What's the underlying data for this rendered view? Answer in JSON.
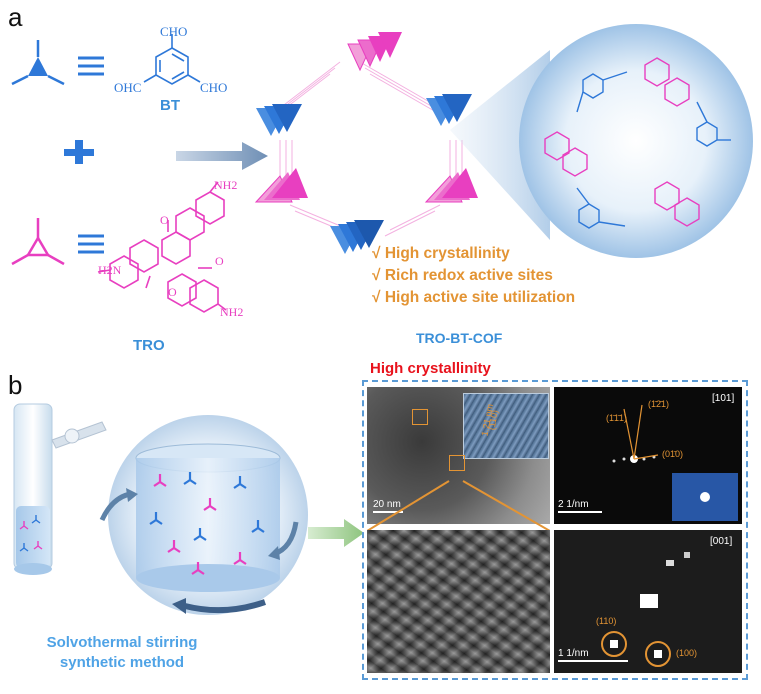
{
  "panel_a": {
    "label": "a",
    "bt": {
      "label": "BT",
      "cho_top": "CHO",
      "cho_left": "OHC",
      "cho_right": "CHO"
    },
    "tro": {
      "label": "TRO",
      "nh2_top": "NH2",
      "nh2_left": "H2N",
      "nh2_bottom": "NH2",
      "o": "O"
    },
    "cof_label": "TRO-BT-COF",
    "features": [
      "√ High crystallinity",
      "√ Rich redox active sites",
      "√ High active site utilization"
    ],
    "colors": {
      "blue": "#2e78d8",
      "pink": "#e83fc0",
      "orange": "#e39434",
      "label_blue": "#3a8fd8"
    }
  },
  "panel_b": {
    "label": "b",
    "method_line1": "Solvothermal stirring",
    "method_line2": "synthetic method",
    "title": "High crystallinity",
    "tem_top_left": {
      "scale": "20 nm",
      "fringe_dim": "1.21 nm",
      "fringe_idx": "(110)"
    },
    "saed": {
      "zone": "[101]",
      "scale": "2 1/nm",
      "idx_1": "(1̄1̄1)",
      "idx_2": "(1̄2̄1)",
      "idx_3": "(01̄0)"
    },
    "fft": {
      "zone": "[001]",
      "scale": "1 1/nm",
      "idx_1": "(110)",
      "idx_2": "(100)"
    }
  }
}
